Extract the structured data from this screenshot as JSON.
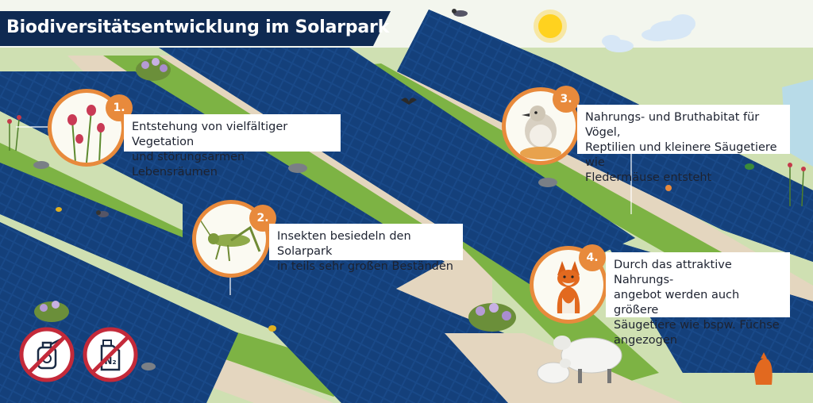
{
  "title": "Biodiversitätsentwicklung im Solarpark",
  "colors": {
    "panel": "#123d75",
    "panel_dark": "#0b2a57",
    "accent": "#e88a3c",
    "grass": "#6fa83a",
    "path": "#e4d6bf",
    "title_bg": "#0f2a52",
    "prohibit": "#c42a3a"
  },
  "steps": [
    {
      "number": "1.",
      "icon": "flower-icon",
      "text_lines": [
        "Entstehung von vielfältiger Vegetation",
        "und störungsarmen Lebensräumen"
      ]
    },
    {
      "number": "2.",
      "icon": "grasshopper-icon",
      "text_lines": [
        "Insekten besiedeln den Solarpark",
        "in teils sehr großen Beständen"
      ]
    },
    {
      "number": "3.",
      "icon": "bird-icon",
      "text_lines": [
        "Nahrungs- und Bruthabitat für Vögel,",
        "Reptilien und kleinere Säugetiere wie",
        "Fledermäuse entsteht"
      ]
    },
    {
      "number": "4.",
      "icon": "fox-icon",
      "text_lines": [
        "Durch das attraktive Nahrungs-",
        "angebot werden auch größere",
        "Säugetiere wie bspw. Füchse",
        "angezogen"
      ]
    }
  ],
  "prohibitions": [
    {
      "icon": "no-pesticide-sprayer-icon"
    },
    {
      "icon": "no-nitrogen-fertilizer-icon",
      "label": "N₂"
    }
  ]
}
